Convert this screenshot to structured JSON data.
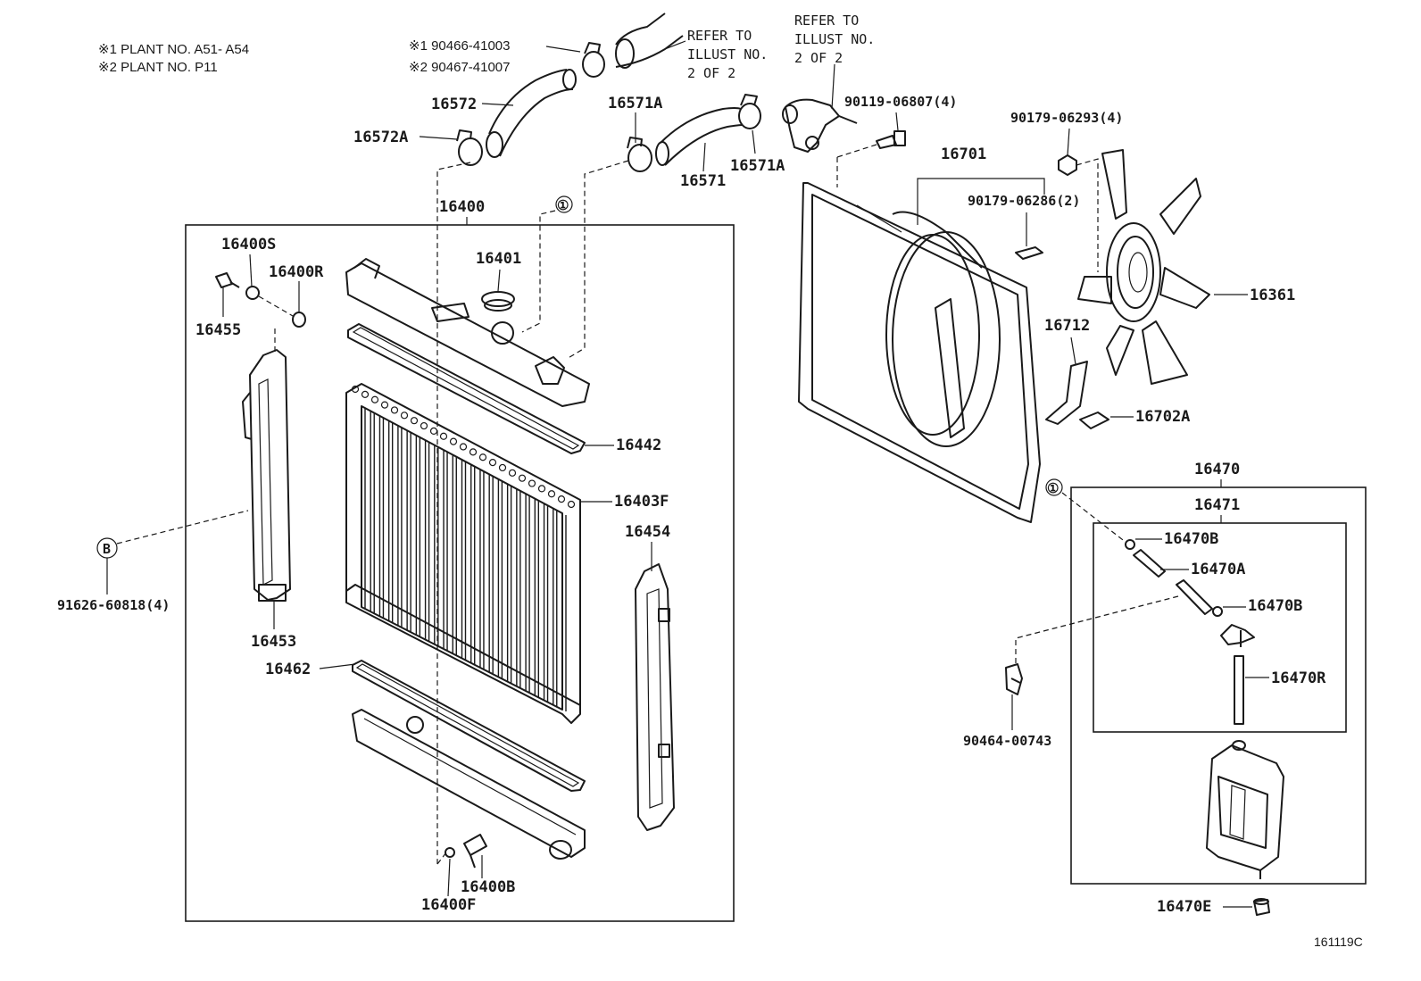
{
  "notes": {
    "plant1": "※1 PLANT NO. A51- A54",
    "plant2": "※2 PLANT NO. P11"
  },
  "clamp_refs": {
    "r1": "※1 90466-41003",
    "r2": "※2 90467-41007"
  },
  "refer": {
    "left": [
      "REFER TO",
      "ILLUST NO.",
      "2 OF 2"
    ],
    "right": [
      "REFER TO",
      "ILLUST NO.",
      "2 OF 2"
    ]
  },
  "labels": {
    "p16572": "16572",
    "p16572A": "16572A",
    "p16571A_top": "16571A",
    "p16571": "16571",
    "p16571A_bot": "16571A",
    "p90119": "90119-06807(4)",
    "p90179_4": "90179-06293(4)",
    "p16701": "16701",
    "p90179_2": "90179-06286(2)",
    "p16400": "16400",
    "circle1_a": "①",
    "p16401": "16401",
    "p16400S": "16400S",
    "p16400R": "16400R",
    "p16455": "16455",
    "p16361": "16361",
    "p16712": "16712",
    "p16702A": "16702A",
    "p16442": "16442",
    "p16403F": "16403F",
    "p16454": "16454",
    "circleB": "B",
    "p91626": "91626-60818(4)",
    "p16453": "16453",
    "p16462": "16462",
    "p16400B": "16400B",
    "p16400F": "16400F",
    "p16470": "16470",
    "p16471": "16471",
    "circle1_b": "①",
    "p16470B_1": "16470B",
    "p16470A": "16470A",
    "p16470B_2": "16470B",
    "p16470R": "16470R",
    "p90464": "90464-00743",
    "p16470E": "16470E",
    "drawing_no": "161119C"
  }
}
